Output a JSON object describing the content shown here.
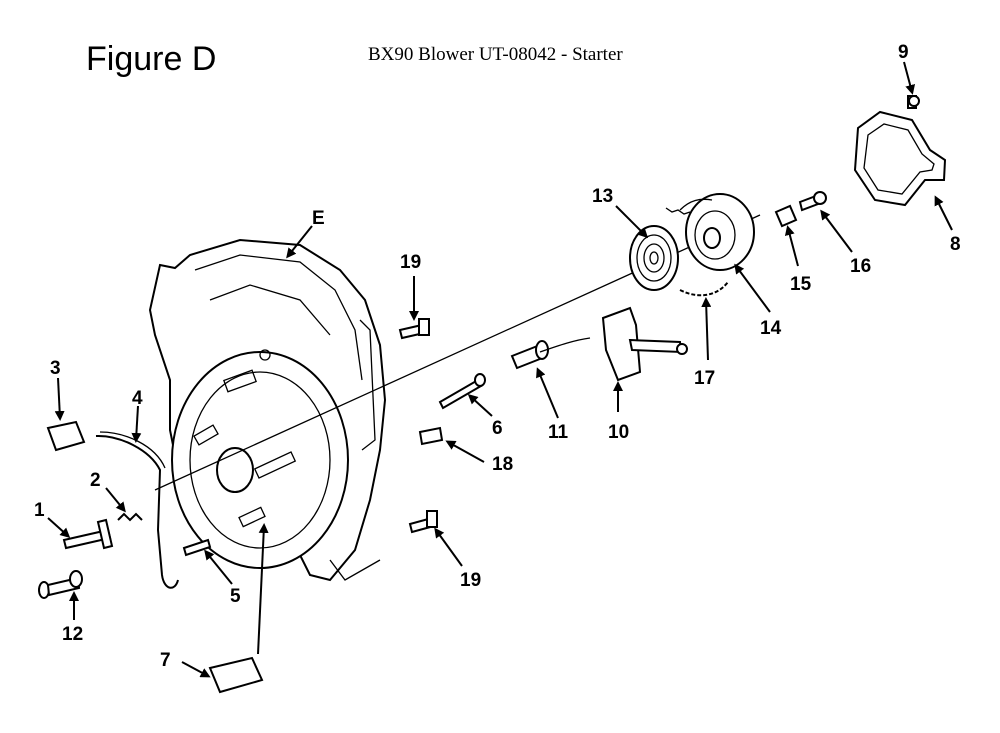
{
  "figure_label": "Figure D",
  "title": "BX90 Blower UT-08042 - Starter",
  "callouts": {
    "c1": "1",
    "c2": "2",
    "c3": "3",
    "c4": "4",
    "c5": "5",
    "c6": "6",
    "c7": "7",
    "c8": "8",
    "c9": "9",
    "c10": "10",
    "c11": "11",
    "c12": "12",
    "c13": "13",
    "c14": "14",
    "c15": "15",
    "c16": "16",
    "c17": "17",
    "c18": "18",
    "c19a": "19",
    "c19b": "19",
    "cE": "E"
  }
}
